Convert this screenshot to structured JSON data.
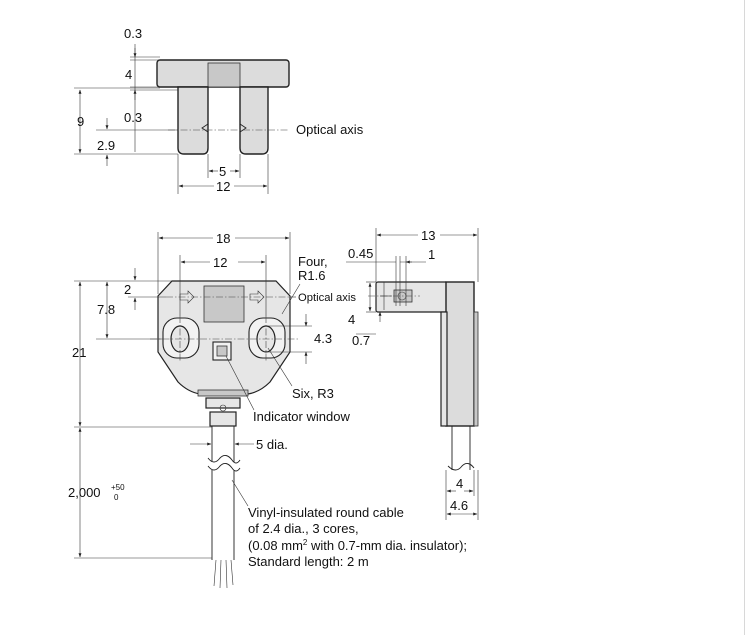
{
  "top_view": {
    "dim_top_gap": "0.3",
    "dim_height": "4",
    "dim_lower_gap": "0.3",
    "dim_total": "9",
    "dim_axis_height": "2.9",
    "dim_slot": "5",
    "dim_width": "12",
    "optical_axis_label": "Optical axis"
  },
  "front_view": {
    "dim_width_outer": "18",
    "dim_width_inner": "12",
    "dim_top_offset": "2",
    "dim_axis_offset": "7.8",
    "dim_total_height": "21",
    "dim_hole_spacing": "4.3",
    "dim_tolerance_gap": "0.7",
    "four_radius_line1": "Four,",
    "four_radius_line2": "R1.6",
    "optical_axis_small": "Optical axis",
    "six_radius": "Six, R3",
    "indicator_window": "Indicator window",
    "cable_dia": "5 dia.",
    "cable_length_base": "2,000",
    "cable_length_plus": "+50",
    "cable_length_minus": "0",
    "cable_note_line1": "Vinyl-insulated round cable",
    "cable_note_line2": "of 2.4 dia., 3 cores,",
    "cable_note_line3_a": "(0.08 mm",
    "cable_note_line3_sup": "2",
    "cable_note_line3_b": " with 0.7-mm dia. insulator);",
    "cable_note_line4": "Standard length: 2 m"
  },
  "side_view": {
    "dim_depth": "13",
    "dim_offset_045": "0.45",
    "dim_one": "1",
    "dim_four": "4",
    "dim_body_4": "4",
    "dim_body_46": "4.6"
  }
}
